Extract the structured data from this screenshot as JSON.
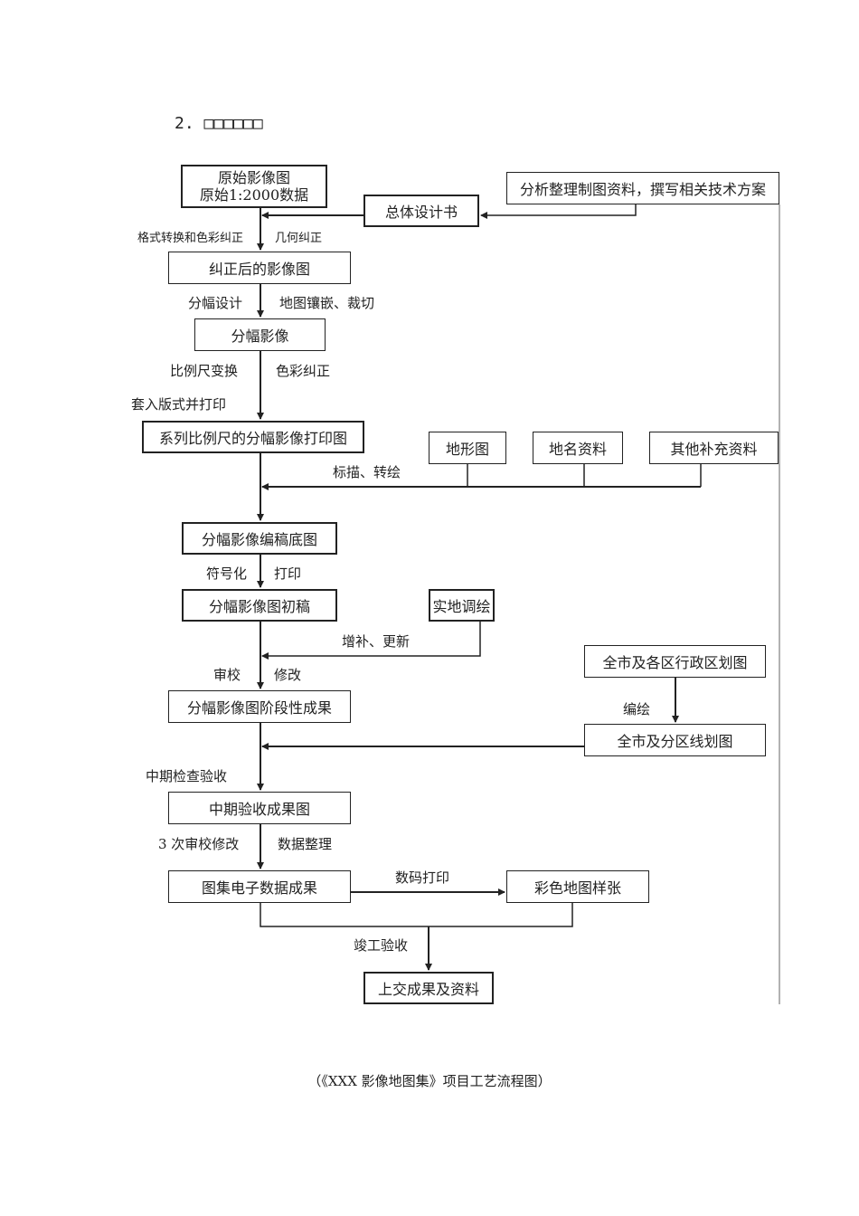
{
  "heading": {
    "number": "2.",
    "text": "□□□□□□"
  },
  "nodes": {
    "raw_image": "原始影像图",
    "raw_data": "原始1:2000数据",
    "design": "总体设计书",
    "analysis": "分析整理制图资料，撰写相关技术方案",
    "corrected": "纠正后的影像图",
    "sheet": "分幅影像",
    "print": "系列比例尺的分幅影像打印图",
    "terrain": "地形图",
    "placename": "地名资料",
    "other": "其他补充资料",
    "draft_base": "分幅影像编稿底图",
    "first_draft": "分幅影像图初稿",
    "field": "实地调绘",
    "admin": "全市及各区行政区划图",
    "stage": "分幅影像图阶段性成果",
    "line_map": "全市及分区线划图",
    "mid": "中期验收成果图",
    "electronic": "图集电子数据成果",
    "sample": "彩色地图样张",
    "submit": "上交成果及资料"
  },
  "labels": {
    "l1": "格式转换和色彩纠正",
    "l2": "几何纠正",
    "l3": "分幅设计",
    "l4": "地图镶嵌、裁切",
    "l5": "比例尺变换",
    "l6": "色彩纠正",
    "l7": "套入版式并打印",
    "l8": "标描、转绘",
    "l9": "符号化",
    "l10": "打印",
    "l11": "增补、更新",
    "l12": "审校",
    "l13": "修改",
    "l14": "编绘",
    "l15": "中期检查验收",
    "l16": "3 次审校修改",
    "l17": "数据整理",
    "l18": "数码打印",
    "l19": "竣工验收"
  },
  "caption": "（《XXX 影像地图集》项目工艺流程图）"
}
